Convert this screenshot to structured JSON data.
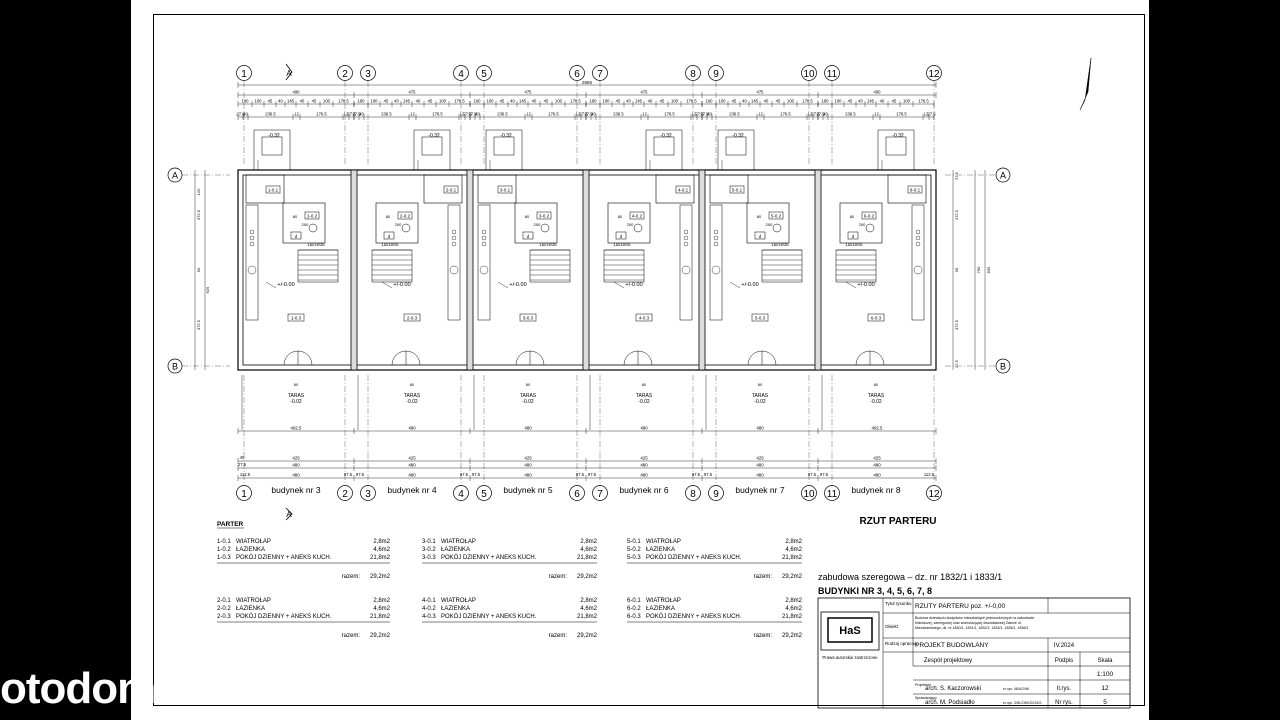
{
  "grid_axes": [
    "1",
    "2",
    "3",
    "4",
    "5",
    "6",
    "7",
    "8",
    "9",
    "10",
    "11",
    "12"
  ],
  "row_axes": [
    "A",
    "B"
  ],
  "top_dims": {
    "total": "2865",
    "building": "475",
    "building_end": "490",
    "row2": [
      "160",
      "100",
      "45",
      "40",
      "145",
      "40",
      "45",
      "100",
      "176.5"
    ],
    "row3": [
      "27.5",
      "40",
      "236.5",
      "12",
      "176.5",
      "12",
      "27.5"
    ]
  },
  "right_dims": [
    "27.5",
    "372.5",
    "90",
    "372.5",
    "27.5",
    "760",
    "835",
    "120",
    "625"
  ],
  "room_tags": {
    "b3": [
      "1-0.1",
      "1-0.2",
      "1-0.3"
    ],
    "b4": [
      "2-0.1",
      "2-0.2",
      "2-0.3"
    ],
    "b5": [
      "3-0.1",
      "3-0.2",
      "3-0.3"
    ],
    "b6": [
      "4-0.1",
      "4-0.2",
      "4-0.3"
    ],
    "b7": [
      "5-0.1",
      "5-0.2",
      "5-0.3"
    ],
    "b8": [
      "6-0.1",
      "6-0.2",
      "6-0.3"
    ]
  },
  "levels": {
    "entry": "-0.32",
    "floor": "+/-0.00",
    "terrace": "TARAS",
    "terrace_level": "-0.02",
    "stairs": "15x19/25"
  },
  "bottom_dims": {
    "row1": [
      "492.5",
      "480",
      "480",
      "480",
      "480",
      "492.5"
    ],
    "row2": [
      "425",
      "425",
      "425",
      "425",
      "425",
      "425"
    ],
    "row3": [
      "480",
      "480",
      "480",
      "480",
      "480",
      "480"
    ],
    "ends": [
      "112.5",
      "97.5",
      "27.5",
      "40"
    ]
  },
  "building_labels": [
    "budynek nr 3",
    "budynek nr 4",
    "budynek nr 5",
    "budynek nr 6",
    "budynek nr 7",
    "budynek nr 8"
  ],
  "plan_title": "RZUT PARTERU",
  "schedule": {
    "heading": "PARTER",
    "columns": [
      [
        {
          "rooms": [
            [
              "1-0.1",
              "WIATROŁAP",
              "2,8m2"
            ],
            [
              "1-0.2",
              "ŁAZIENKA",
              "4,6m2"
            ],
            [
              "1-0.3",
              "POKÓJ DZIENNY + ANEKS KUCH.",
              "21,8m2"
            ]
          ],
          "total_label": "razem:",
          "total": "29,2m2"
        },
        {
          "rooms": [
            [
              "2-0.1",
              "WIATROŁAP",
              "2,8m2"
            ],
            [
              "2-0.2",
              "ŁAZIENKA",
              "4,6m2"
            ],
            [
              "2-0.3",
              "POKÓJ DZIENNY + ANEKS KUCH.",
              "21,8m2"
            ]
          ],
          "total_label": "razem:",
          "total": "29,2m2"
        }
      ],
      [
        {
          "rooms": [
            [
              "3-0.1",
              "WIATROŁAP",
              "2,8m2"
            ],
            [
              "3-0.2",
              "ŁAZIENKA",
              "4,6m2"
            ],
            [
              "3-0.3",
              "POKÓJ DZIENNY + ANEKS KUCH.",
              "21,8m2"
            ]
          ],
          "total_label": "razem:",
          "total": "29,2m2"
        },
        {
          "rooms": [
            [
              "4-0.1",
              "WIATROŁAP",
              "2,8m2"
            ],
            [
              "4-0.2",
              "ŁAZIENKA",
              "4,6m2"
            ],
            [
              "4-0.3",
              "POKÓJ DZIENNY + ANEKS KUCH.",
              "21,8m2"
            ]
          ],
          "total_label": "razem:",
          "total": "29,2m2"
        }
      ],
      [
        {
          "rooms": [
            [
              "5-0.1",
              "WIATROŁAP",
              "2,8m2"
            ],
            [
              "5-0.2",
              "ŁAZIENKA",
              "4,6m2"
            ],
            [
              "5-0.3",
              "POKÓJ DZIENNY + ANEKS KUCH.",
              "21,8m2"
            ]
          ],
          "total_label": "razem:",
          "total": "29,2m2"
        },
        {
          "rooms": [
            [
              "6-0.1",
              "WIATROŁAP",
              "2,8m2"
            ],
            [
              "6-0.2",
              "ŁAZIENKA",
              "4,6m2"
            ],
            [
              "6-0.3",
              "POKÓJ DZIENNY + ANEKS KUCH.",
              "21,8m2"
            ]
          ],
          "total_label": "razem:",
          "total": "29,2m2"
        }
      ]
    ]
  },
  "title_block": {
    "project_line1": "zabudowa szeregowa – dz. nr 1832/1 i 1833/1",
    "project_line2": "BUDYNKI NR 3, 4, 5, 6, 7, 8",
    "logo": "HaS",
    "rights": "Prawa autorskie zastrzeżone",
    "label_title": "Tytuł rysunku",
    "drawing_title": "RZUTY PARTERU poz. +/-0,00",
    "label_object": "Obiekt",
    "object_text": "Budowa dziewięciu budynków mieszkalnych jednorodzinnych w zabudowie bliźniaczej, szeregowej oraz wolnostojącej dwulokalowej Zabrze ul. Mieszkańskiego, dz. nr 1830/1, 1831/1, 1832/1, 1833/1, 1835/1, 1836/1",
    "label_type": "Rodzaj opracow.",
    "type_text": "PROJEKT BUDOWLANY",
    "date": "IV.2024",
    "team": "Zespół projektowy",
    "sign": "Podpis",
    "scale_label": "Skala",
    "scale": "1:100",
    "role1": "Projektant",
    "person1": "arch. S. Kaczorowski",
    "perm1": "nr upr. 48/UO/96",
    "role2": "Sprawdzający",
    "person2": "arch. M. Podsiadło",
    "perm2": "nr upr. 3/SL/OKK/2013/S",
    "sheets_label": "Il.rys.",
    "sheets": "12",
    "sheet_no_label": "Nr rys.",
    "sheet_no": "5"
  },
  "watermark": "otodom"
}
